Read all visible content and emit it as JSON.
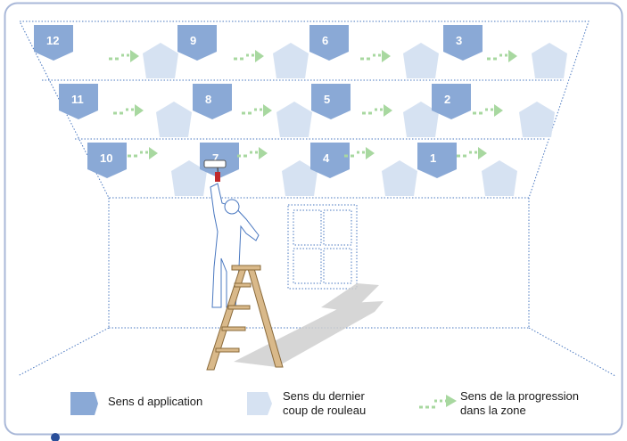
{
  "zone_numbers": [
    "12",
    "9",
    "6",
    "3",
    "11",
    "8",
    "5",
    "2",
    "10",
    "7",
    "4",
    "1"
  ],
  "legend": {
    "application": "Sens d application",
    "last_stroke_line1": "Sens du dernier",
    "last_stroke_line2": "coup de rouleau",
    "progression_line1": "Sens de la progression",
    "progression_line2": "dans la zone"
  },
  "colors": {
    "dark_blue": "#8aa9d6",
    "light_blue": "#d6e2f2",
    "green": "#a8d8a0",
    "frame": "#a9b8d8",
    "grid": "#4a78c0",
    "number_text": "#ffffff",
    "ladder": "#d9b98a",
    "shadow": "#c8c8c8"
  },
  "icons": {
    "application": "pentagon-arrow-dark-icon",
    "last_stroke": "pentagon-arrow-light-icon",
    "progression": "dashed-arrow-icon",
    "painter": "painter-figure",
    "ladder": "stepladder",
    "window": "window"
  }
}
